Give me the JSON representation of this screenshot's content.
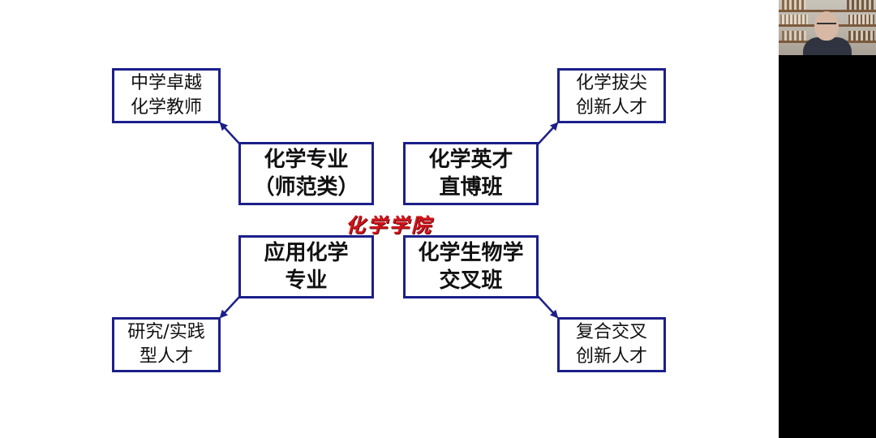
{
  "slide": {
    "center_title": "化学学院",
    "top_left": {
      "main": [
        "化学专业",
        "（师范类）"
      ],
      "outcome": [
        "中学卓越",
        "化学教师"
      ]
    },
    "top_right": {
      "main": [
        "化学英才",
        "直博班"
      ],
      "outcome": [
        "化学拔尖",
        "创新人才"
      ]
    },
    "bottom_left": {
      "main": [
        "应用化学",
        "专业"
      ],
      "outcome": [
        "研究/实践",
        "型人才"
      ]
    },
    "bottom_right": {
      "main": [
        "化学生物学",
        "交叉班"
      ],
      "outcome": [
        "复合交叉",
        "创新人才"
      ]
    }
  },
  "colors": {
    "box_border": "#1c1f8a",
    "title_red": "#d1141c",
    "sidebar": "#000000"
  },
  "icons": {
    "webcam": "webcam-video-thumbnail"
  }
}
